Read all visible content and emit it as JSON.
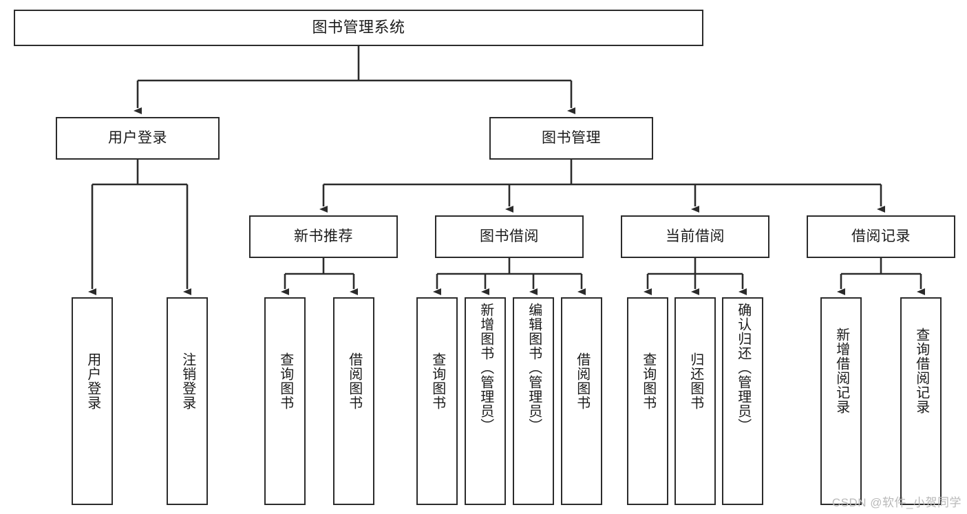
{
  "diagram": {
    "title": "图书管理系统",
    "type": "tree-hierarchy",
    "watermark": "CSDN @软件_小贺同学",
    "colors": {
      "stroke": "#2b2b2b",
      "fill": "#ffffff",
      "text": "#1b1b1b",
      "watermark": "#b9b9b9"
    },
    "levels": {
      "root": "图书管理系统",
      "level2": [
        "用户登录",
        "图书管理"
      ],
      "level3": [
        "新书推荐",
        "图书借阅",
        "当前借阅",
        "借阅记录"
      ],
      "leaves": [
        "用户登录",
        "注销登录",
        "查询图书",
        "借阅图书",
        "查询图书",
        "新增图书（管理员）",
        "编辑图书（管理员）",
        "借阅图书",
        "查询图书",
        "归还图书",
        "确认归还（管理员）",
        "新增借阅记录",
        "查询借阅记录"
      ]
    }
  },
  "nodes": {
    "root": {
      "label": "图书管理系统"
    },
    "user_login": {
      "label": "用户登录"
    },
    "book_manage": {
      "label": "图书管理"
    },
    "new_book_rec": {
      "label": "新书推荐"
    },
    "book_borrow": {
      "label": "图书借阅"
    },
    "current_borrow": {
      "label": "当前借阅"
    },
    "borrow_record": {
      "label": "借阅记录"
    },
    "leaf_user_login": {
      "label": "用户登录"
    },
    "leaf_logout": {
      "label": "注销登录"
    },
    "leaf_query_book_1": {
      "label": "查询图书"
    },
    "leaf_borrow_book_1": {
      "label": "借阅图书"
    },
    "leaf_query_book_2": {
      "label": "查询图书"
    },
    "leaf_add_book": {
      "label": "新增图书（管理员）"
    },
    "leaf_edit_book": {
      "label": "编辑图书（管理员）"
    },
    "leaf_borrow_book_2": {
      "label": "借阅图书"
    },
    "leaf_query_book_3": {
      "label": "查询图书"
    },
    "leaf_return_book": {
      "label": "归还图书"
    },
    "leaf_confirm_return": {
      "label": "确认归还（管理员）"
    },
    "leaf_add_record": {
      "label": "新增借阅记录"
    },
    "leaf_query_record": {
      "label": "查询借阅记录"
    }
  },
  "footer": {
    "watermark": "CSDN @软件_小贺同学"
  }
}
